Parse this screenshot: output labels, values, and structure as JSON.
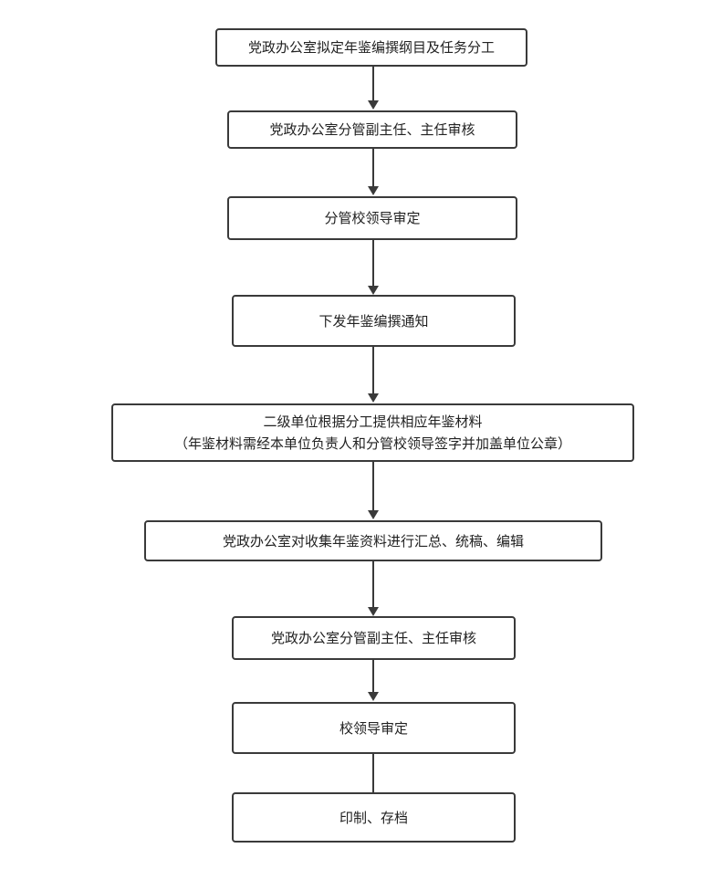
{
  "flowchart": {
    "steps": [
      {
        "text": "党政办公室拟定年鉴编撰纲目及任务分工"
      },
      {
        "text": "党政办公室分管副主任、主任审核"
      },
      {
        "text": "分管校领导审定"
      },
      {
        "text": "下发年鉴编撰通知"
      },
      {
        "text": "二级单位根据分工提供相应年鉴材料",
        "note": "（年鉴材料需经本单位负责人和分管校领导签字并加盖单位公章）"
      },
      {
        "text": "党政办公室对收集年鉴资料进行汇总、统稿、编辑"
      },
      {
        "text": "党政办公室分管副主任、主任审核"
      },
      {
        "text": "校领导审定"
      },
      {
        "text": "印制、存档"
      }
    ],
    "colors": {
      "border": "#3a3a3a",
      "arrow": "#3a3a3a",
      "text": "#222222",
      "background": "#ffffff"
    }
  }
}
